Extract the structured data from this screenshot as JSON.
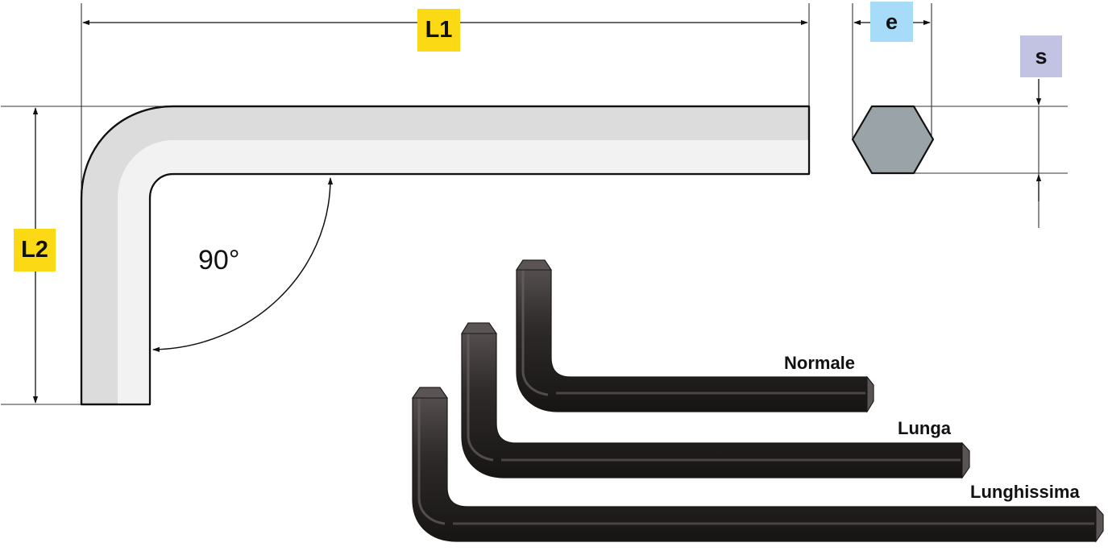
{
  "dimensions": {
    "l1": "L1",
    "l2": "L2",
    "e": "e",
    "s": "s",
    "angle": "90°"
  },
  "variants": {
    "normal": "Normale",
    "long": "Lunga",
    "extra_long": "Lunghissima"
  },
  "colors": {
    "l_badge": "#fbd914",
    "e_badge": "#a6dcf7",
    "s_badge": "#c2c3e2",
    "key_light": "#dcdcdc",
    "key_highlight": "#f0f0f0",
    "hexagon": "#9aa3a7",
    "wrench": "#2e2a2a"
  }
}
